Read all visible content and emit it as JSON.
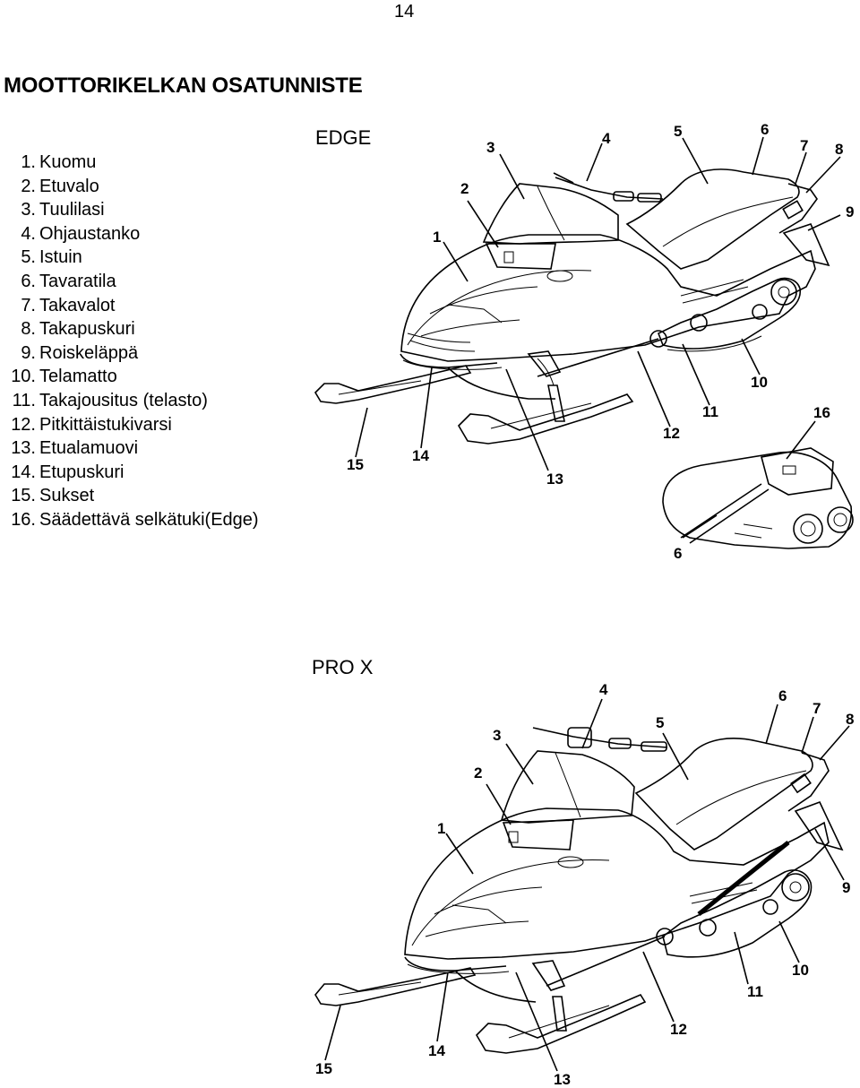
{
  "page": {
    "number": "14",
    "title": "MOOTTORIKELKAN OSATUNNISTE"
  },
  "parts": [
    {
      "num": "1.",
      "label": "Kuomu"
    },
    {
      "num": "2.",
      "label": "Etuvalo"
    },
    {
      "num": "3.",
      "label": "Tuulilasi"
    },
    {
      "num": "4.",
      "label": "Ohjaustanko"
    },
    {
      "num": "5.",
      "label": "Istuin"
    },
    {
      "num": "6.",
      "label": "Tavaratila"
    },
    {
      "num": "7.",
      "label": "Takavalot"
    },
    {
      "num": "8.",
      "label": "Takapuskuri"
    },
    {
      "num": "9.",
      "label": "Roiskeläppä"
    },
    {
      "num": "10.",
      "label": "Telamatto"
    },
    {
      "num": "11.",
      "label": "Takajousitus (telasto)"
    },
    {
      "num": "12.",
      "label": "Pitkittäistukivarsi"
    },
    {
      "num": "13.",
      "label": "Etualamuovi"
    },
    {
      "num": "14.",
      "label": "Etupuskuri"
    },
    {
      "num": "15.",
      "label": "Sukset"
    },
    {
      "num": "16.",
      "label": "Säädettävä selkätuki(Edge)"
    }
  ],
  "figures": {
    "edge": {
      "label": "EDGE",
      "callouts": [
        "1",
        "2",
        "3",
        "4",
        "5",
        "6",
        "7",
        "8",
        "9",
        "10",
        "11",
        "12",
        "13",
        "14",
        "15"
      ],
      "inset_callouts": [
        "16",
        "6"
      ]
    },
    "prox": {
      "label": "PRO X",
      "callouts": [
        "1",
        "2",
        "3",
        "4",
        "5",
        "6",
        "7",
        "8",
        "9",
        "10",
        "11",
        "12",
        "13",
        "14",
        "15"
      ]
    }
  }
}
